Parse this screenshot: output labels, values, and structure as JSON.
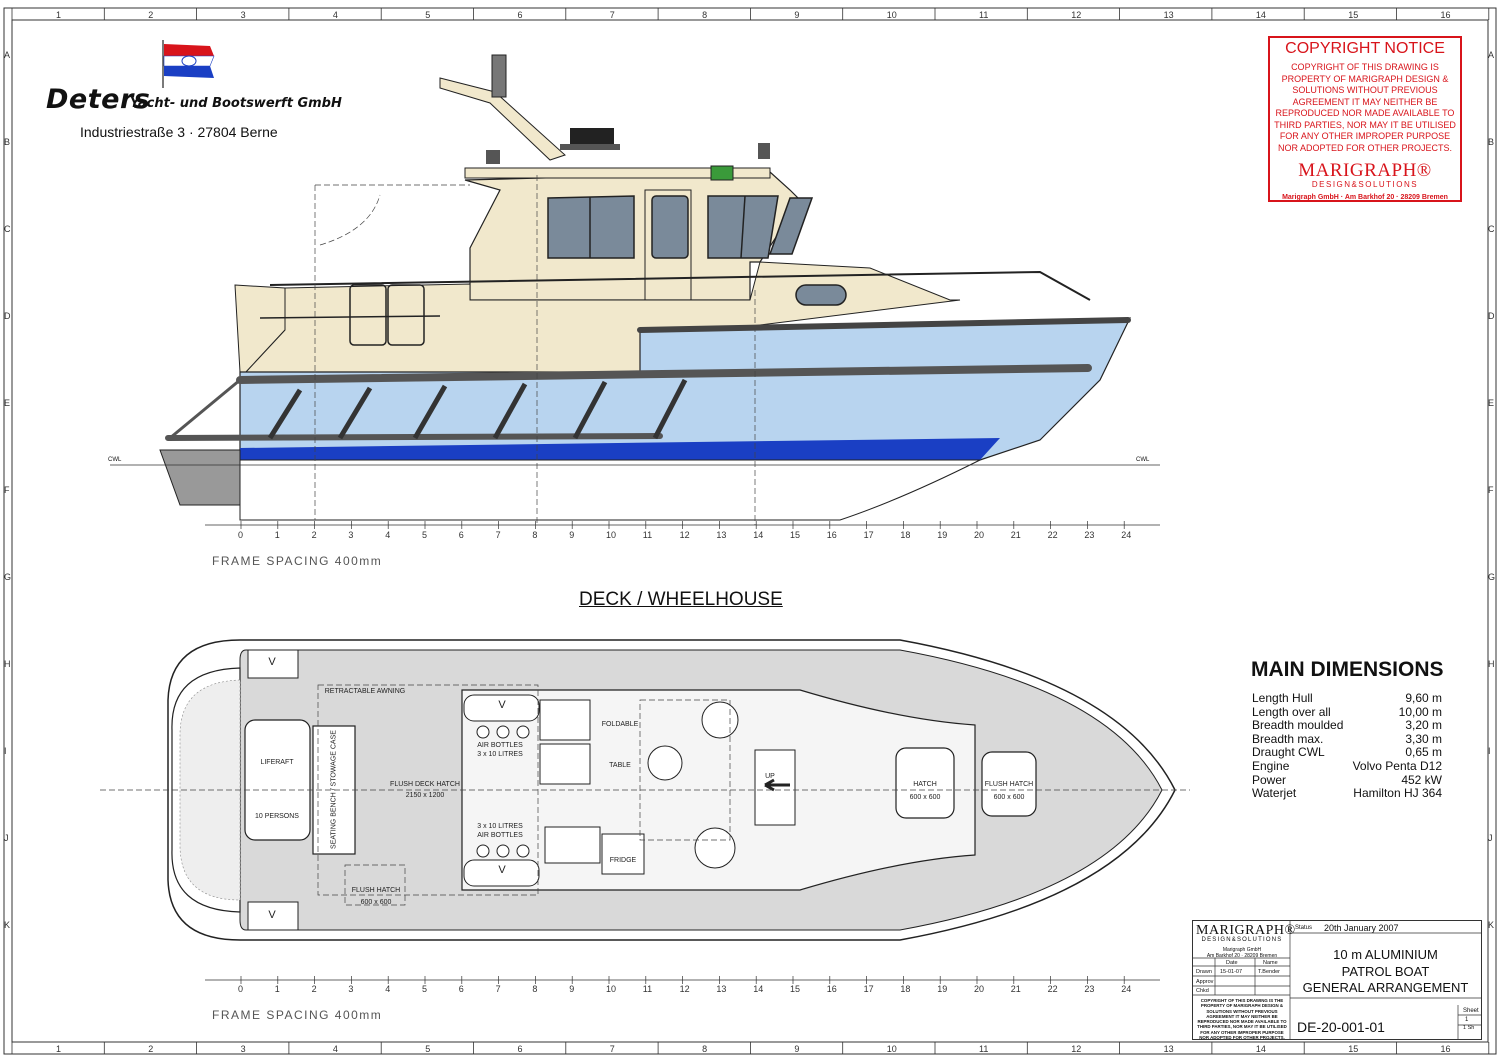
{
  "ruler": {
    "top_numbers": [
      "1",
      "2",
      "3",
      "4",
      "5",
      "6",
      "7",
      "8",
      "9",
      "10",
      "11",
      "12",
      "13",
      "14",
      "15",
      "16"
    ],
    "side_letters": [
      "A",
      "B",
      "C",
      "D",
      "E",
      "F",
      "G",
      "H",
      "I",
      "J",
      "K"
    ]
  },
  "company": {
    "name": "Deters",
    "subtitle": "Yacht- und Bootswerft GmbH",
    "address": "Industriestraße 3 · 27804 Berne"
  },
  "copyright": {
    "title": "COPYRIGHT NOTICE",
    "body": "COPYRIGHT OF THIS DRAWING IS PROPERTY OF MARIGRAPH DESIGN & SOLUTIONS WITHOUT PREVIOUS AGREEMENT IT MAY NEITHER BE REPRODUCED NOR MADE AVAILABLE TO THIRD PARTIES, NOR MAY IT BE UTILISED FOR ANY OTHER IMPROPER PURPOSE NOR ADOPTED FOR OTHER PROJECTS.",
    "logo": "MARIGRAPH®",
    "logo_sub": "DESIGN&SOLUTIONS",
    "address": "Marigraph GmbH · Am Barkhof 20 · 28209 Bremen"
  },
  "profile": {
    "cwl_label": "CWL",
    "frames": [
      "0",
      "1",
      "2",
      "3",
      "4",
      "5",
      "6",
      "7",
      "8",
      "9",
      "10",
      "11",
      "12",
      "13",
      "14",
      "15",
      "16",
      "17",
      "18",
      "19",
      "20",
      "21",
      "22",
      "23",
      "24"
    ],
    "frame_spacing_label": "FRAME SPACING 400mm"
  },
  "plan": {
    "section_title": "DECK / WHEELHOUSE",
    "frame_spacing_label": "FRAME SPACING 400mm",
    "labels": {
      "awning": "RETRACTABLE AWNING",
      "liferaft": "LIFERAFT",
      "persons": "10 PERSONS",
      "bench": "SEATING BENCH / STOWAGE CASE",
      "deck_hatch": "FLUSH DECK HATCH",
      "deck_hatch_size": "2150 x 1200",
      "air_bottles_1": "AIR BOTTLES",
      "air_bottles_1b": "3 x 10 LITRES",
      "air_bottles_2": "3 x 10 LITRES",
      "air_bottles_2b": "AIR BOTTLES",
      "foldable": "FOLDABLE",
      "table": "TABLE",
      "fridge": "FRIDGE",
      "up": "UP",
      "hatch": "HATCH",
      "hatch_size": "600 x 600",
      "flush_hatch": "FLUSH HATCH",
      "flush_hatch_size": "600 x 600",
      "flush_hatch_aft": "FLUSH HATCH",
      "flush_hatch_aft_size": "600 x 600",
      "vent": "V"
    }
  },
  "main_dimensions": {
    "title": "MAIN DIMENSIONS",
    "rows": [
      {
        "label": "Length Hull",
        "value": "9,60 m"
      },
      {
        "label": "Length over all",
        "value": "10,00 m"
      },
      {
        "label": "Breadth moulded",
        "value": "3,20 m"
      },
      {
        "label": "Breadth max.",
        "value": "3,30 m"
      },
      {
        "label": "Draught CWL",
        "value": "0,65 m"
      },
      {
        "label": "Engine",
        "value": "Volvo Penta D12"
      },
      {
        "label": "Power",
        "value": "452 kW"
      },
      {
        "label": "Waterjet",
        "value": "Hamilton HJ 364"
      }
    ]
  },
  "title_block": {
    "logo": "MARIGRAPH®",
    "logo_sub": "DESIGN&SOLUTIONS",
    "address_1": "Marigraph GmbH",
    "address_2": "Am Barkhof 20 · 28209 Bremen",
    "status_label": "Status",
    "status_value": "20th January 2007",
    "title_1": "10 m ALUMINIUM",
    "title_2": "PATROL BOAT",
    "title_3": "GENERAL ARRANGEMENT",
    "date_header": "Date",
    "name_header": "Name",
    "drawn_label": "Drawn",
    "drawn_date": "15-01-07",
    "drawn_name": "T.Bender",
    "approv_label": "Approv",
    "chkd_label": "Chkd",
    "copyright_small": "COPYRIGHT OF THIS DRAWING IS THE PROPERTY OF MARIGRAPH DESIGN & SOLUTIONS WITHOUT PREVIOUS AGREEMENT IT MAY NEITHER BE REPRODUCED NOR MADE AVAILABLE TO THIRD PARTIES, NOR MAY IT BE UTILISED FOR ANY OTHER IMPROPER PURPOSE NOR ADOPTED FOR OTHER PROJECTS.",
    "drawing_number": "DE-20-001-01",
    "sheet_label": "Sheet",
    "sheet_value": "1",
    "sheets_value": "1 Sh"
  },
  "colors": {
    "hull": "#b8d4ef",
    "boot_stripe": "#1a3fc4",
    "wheelhouse": "#f1e8cc",
    "deck": "#d9d9d9",
    "window": "#7a8a9a",
    "copyright_red": "#d8141b",
    "flag_blue": "#1a3fc4",
    "flag_red": "#d8141b"
  }
}
